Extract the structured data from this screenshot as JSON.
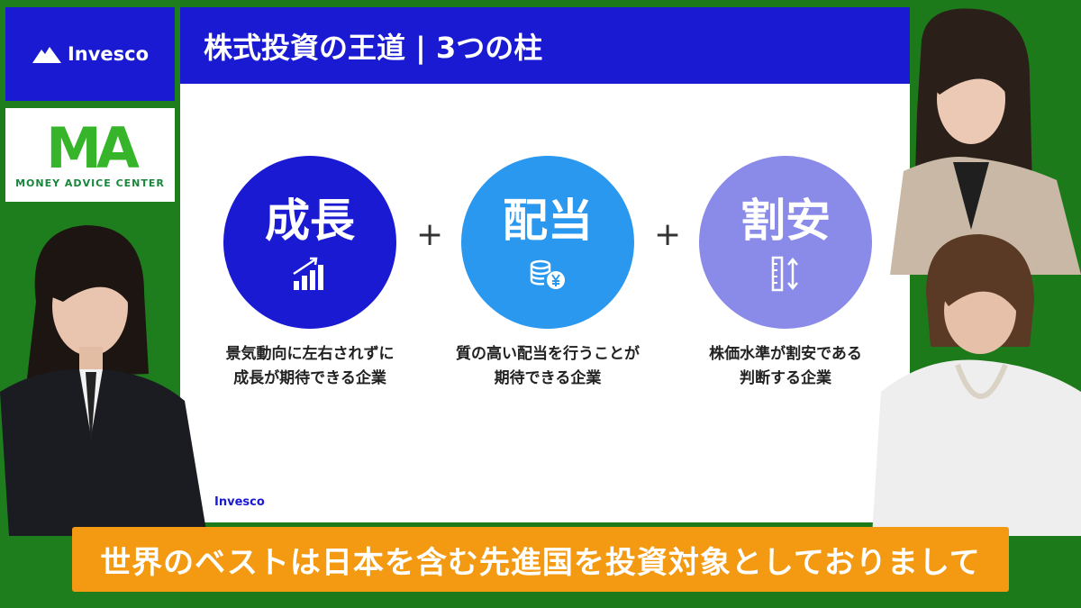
{
  "logos": {
    "invesco": "Invesco",
    "ma_mark": "MA",
    "ma_text": "MONEY ADVICE CENTER"
  },
  "slide": {
    "title": "株式投資の王道 | 3つの柱",
    "pillars": [
      {
        "title": "成長",
        "icon": "chart-icon",
        "desc_line1": "景気動向に左右されずに",
        "desc_line2": "成長が期待できる企業"
      },
      {
        "title": "配当",
        "icon": "coins-yen-icon",
        "desc_line1": "質の高い配当を行うことが",
        "desc_line2": "期待できる企業"
      },
      {
        "title": "割安",
        "icon": "ruler-arrows-icon",
        "desc_line1": "株価水準が割安である",
        "desc_line2": "判断する企業"
      }
    ],
    "plus": "+",
    "footer_logo": "Invesco"
  },
  "subtitle": "世界のベストは日本を含む先進国を投資対象としておりまして",
  "colors": {
    "background_green": "#1d7a1b",
    "invesco_blue": "#1a1ad3",
    "pillar_mid_blue": "#2a98ef",
    "pillar_lavender": "#8a8ae9",
    "subtitle_orange": "#f39a12"
  }
}
